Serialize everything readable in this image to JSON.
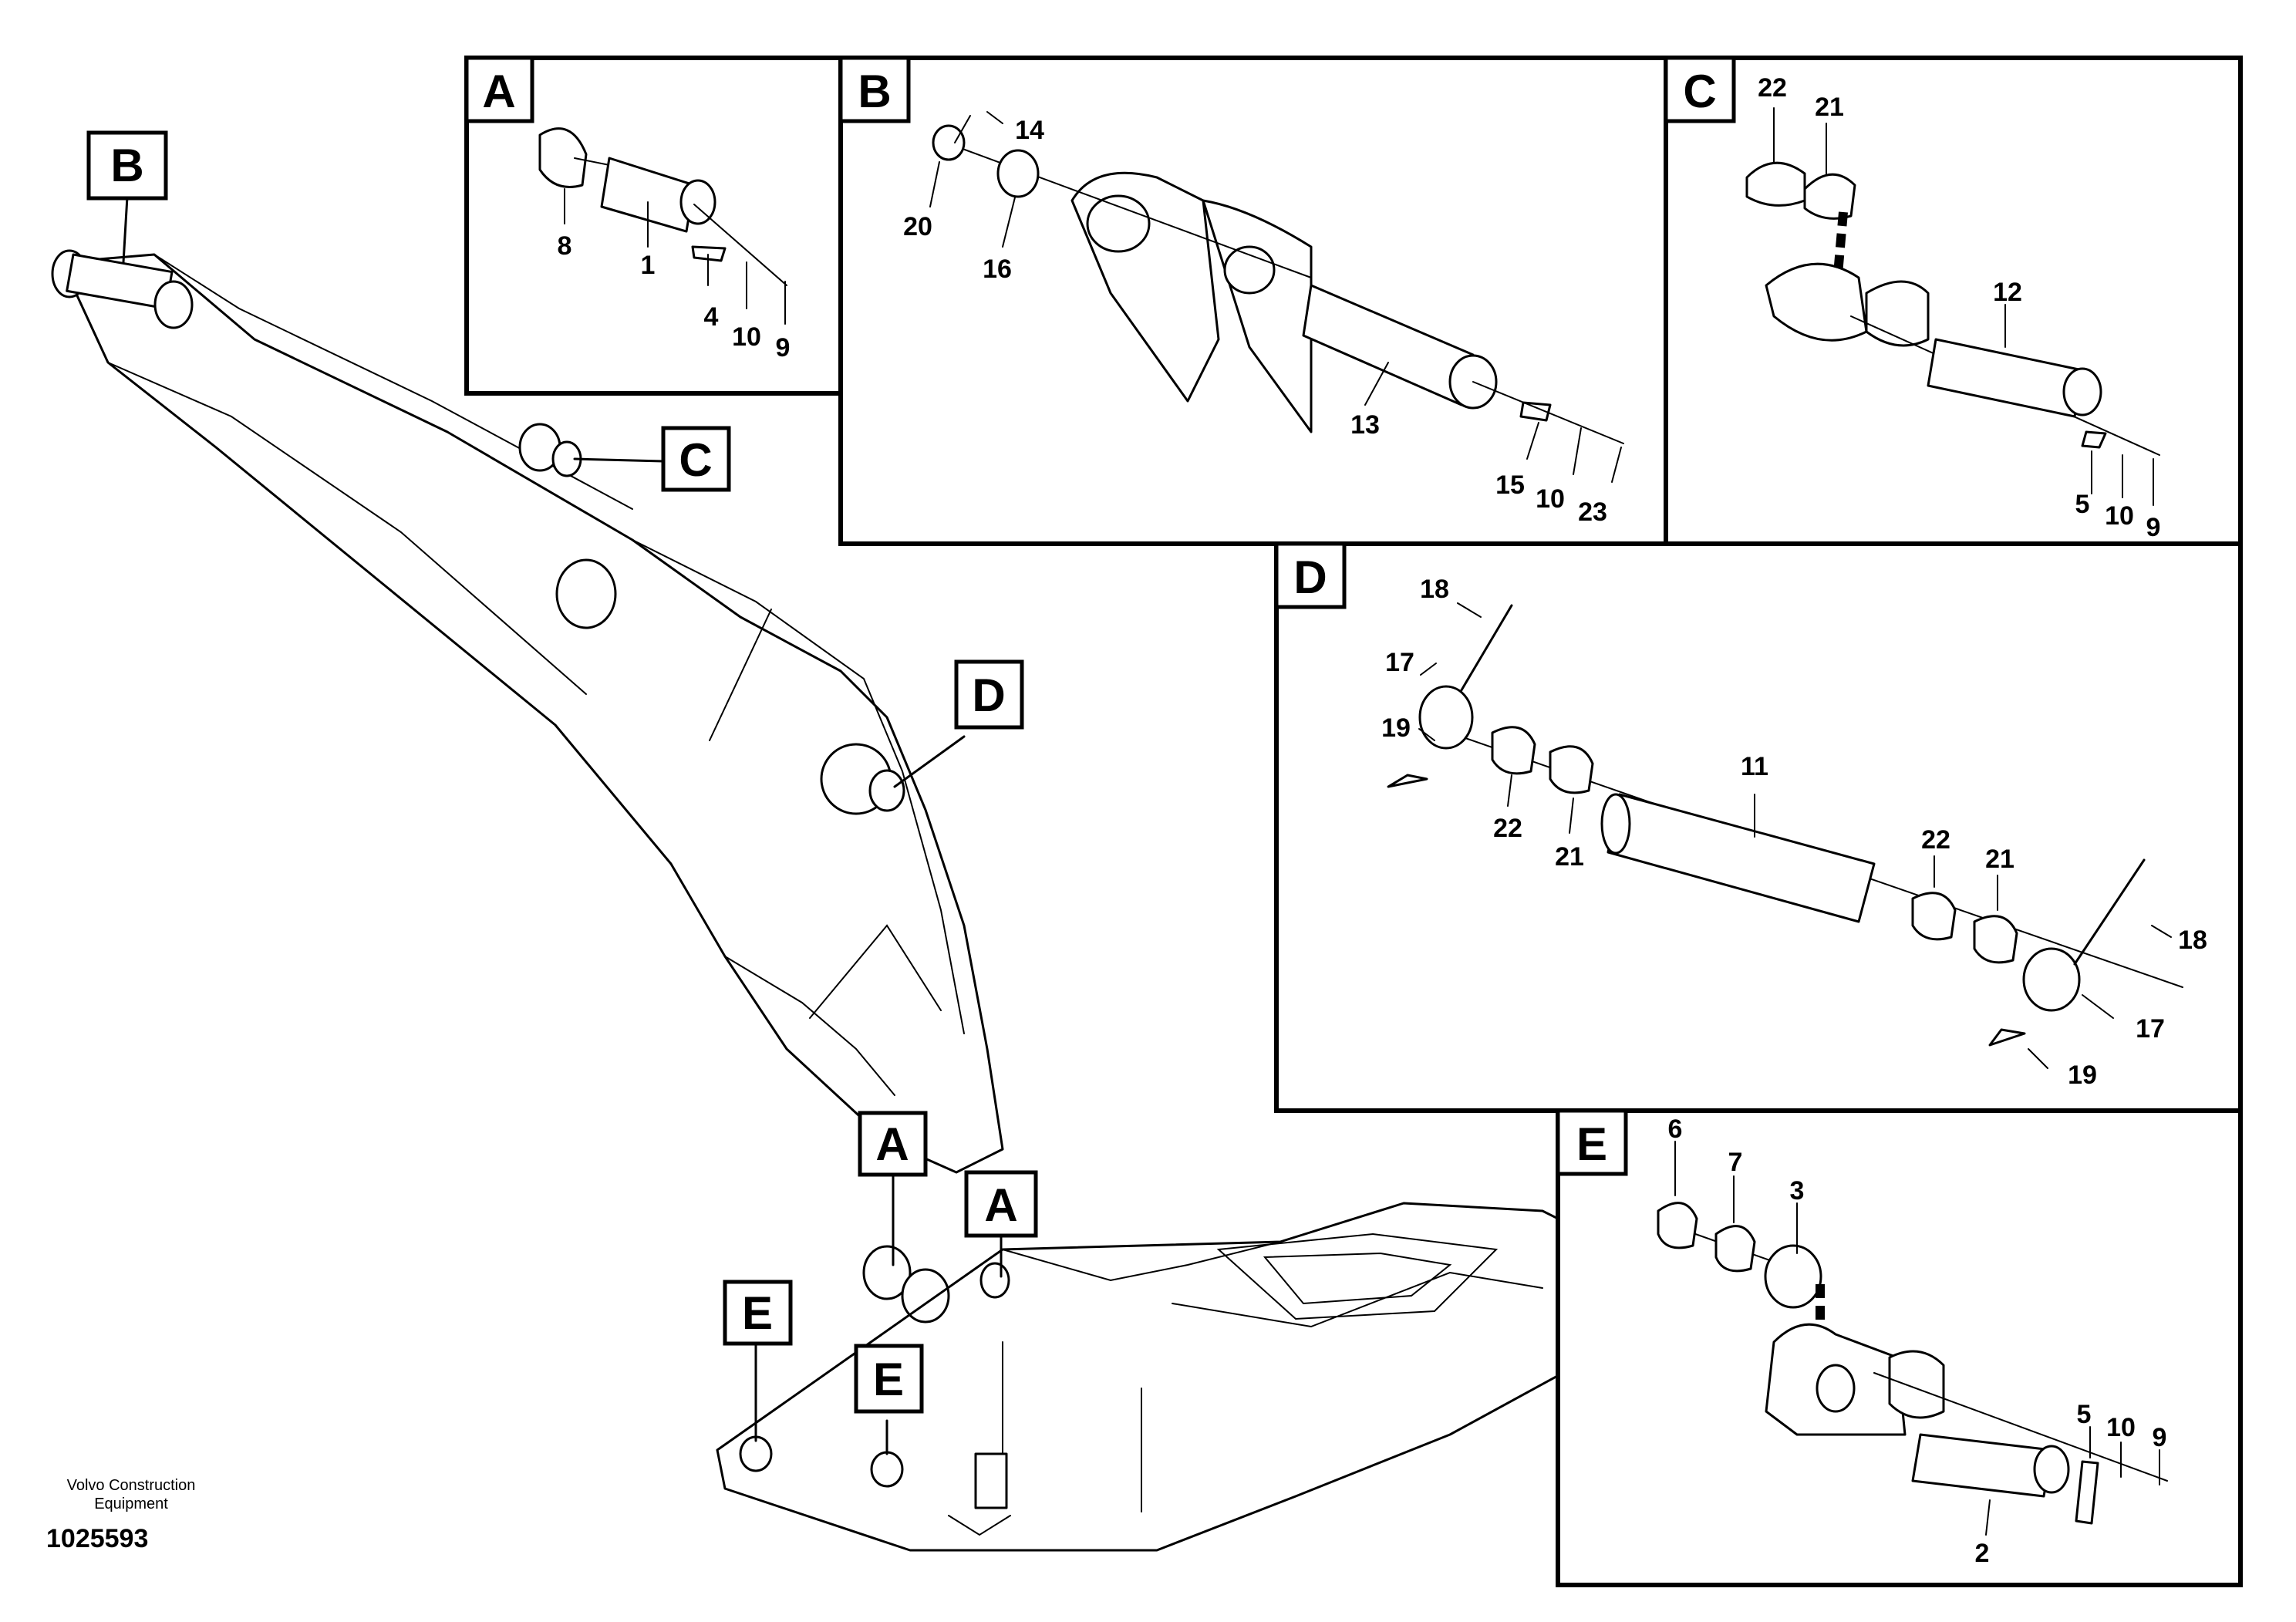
{
  "figure": {
    "company": "Volvo Construction\nEquipment",
    "drawing_number": "1025593"
  },
  "callouts": {
    "boom_top": "B",
    "boom_mid": "C",
    "boom_knee": "D",
    "base_a1": "A",
    "base_a2": "A",
    "base_e1": "E",
    "base_e2": "E"
  },
  "panels": {
    "A": {
      "tag": "A",
      "parts": [
        "8",
        "1",
        "4",
        "10",
        "9"
      ]
    },
    "B": {
      "tag": "B",
      "parts": [
        "14",
        "20",
        "16",
        "13",
        "15",
        "10",
        "23"
      ]
    },
    "C": {
      "tag": "C",
      "parts": [
        "22",
        "21",
        "12",
        "5",
        "10",
        "9"
      ]
    },
    "D": {
      "tag": "D",
      "parts": [
        "18",
        "17",
        "19",
        "22",
        "21",
        "11",
        "22",
        "21",
        "18",
        "17",
        "19"
      ]
    },
    "E": {
      "tag": "E",
      "parts": [
        "6",
        "7",
        "3",
        "5",
        "10",
        "9",
        "2"
      ]
    }
  }
}
